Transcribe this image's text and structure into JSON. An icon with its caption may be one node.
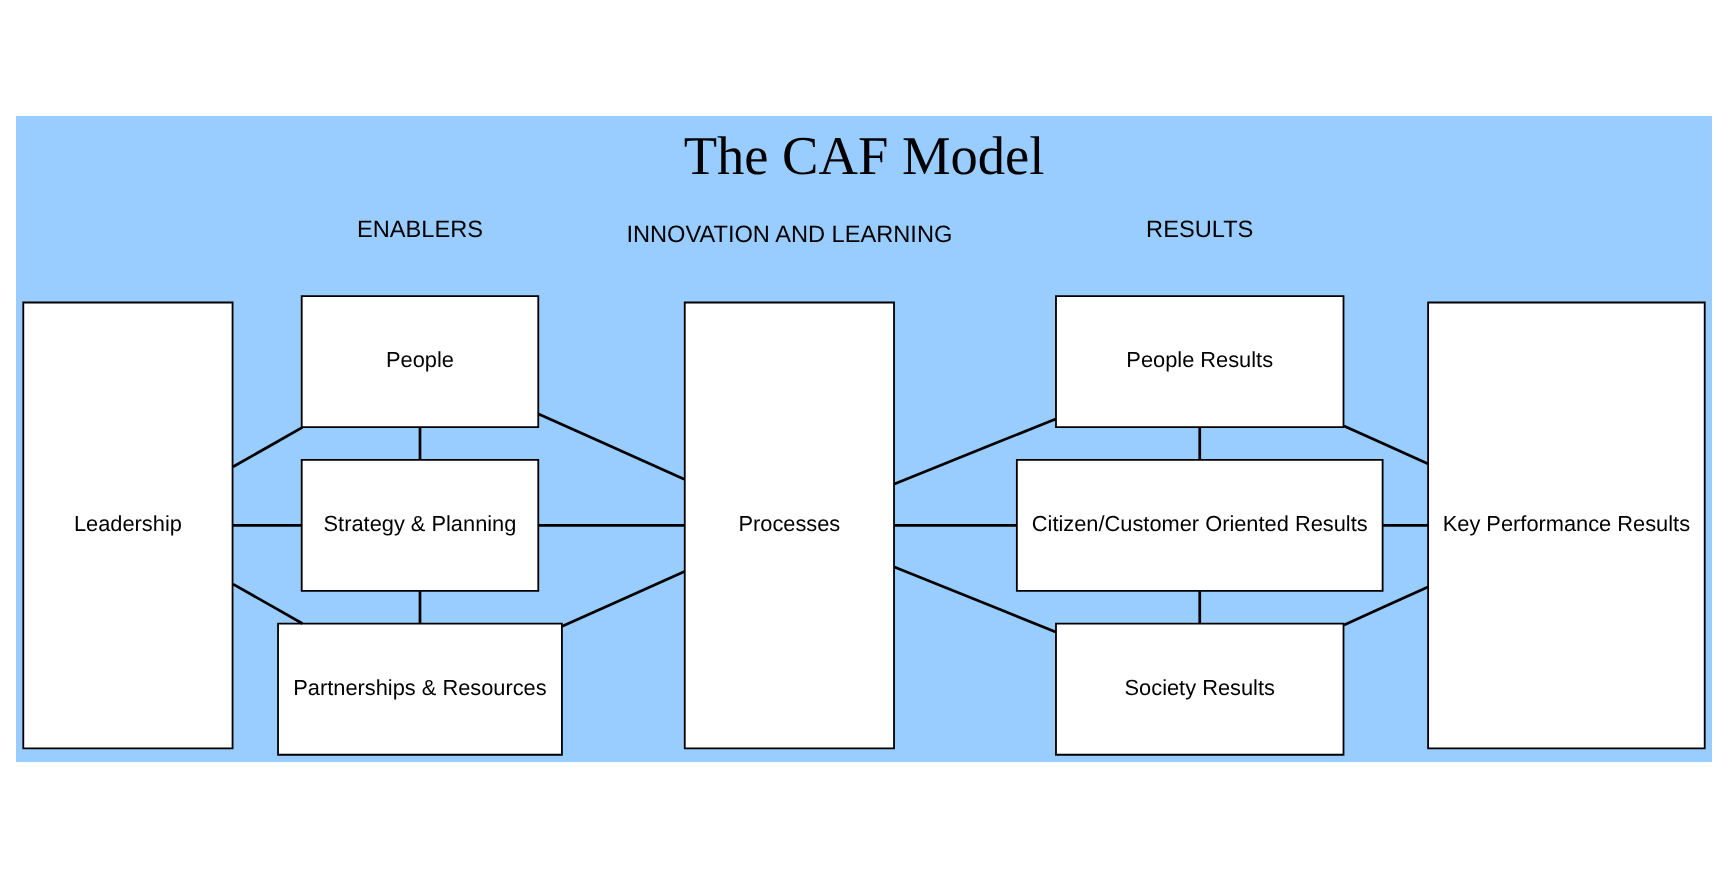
{
  "diagram": {
    "title": "The CAF Model",
    "nodes": [
      {
        "text": [
          "Leadership"
        ]
      },
      {
        "text": [
          "People"
        ]
      },
      {
        "text": [
          "Strategy & Planning"
        ]
      },
      {
        "text": [
          "Partnerships & Resources"
        ]
      },
      {
        "text": [
          "Processes"
        ]
      },
      {
        "text": [
          "People Results"
        ]
      },
      {
        "text": [
          "Citizen/Customer Oriented Results"
        ]
      },
      {
        "text": [
          "Society Results"
        ]
      },
      {
        "text": [
          "Key Performance Results"
        ]
      }
    ],
    "edges": [
      {
        "from": 0,
        "to": 1,
        "arrow": "none"
      },
      {
        "from": 0,
        "to": 2,
        "arrow": "none"
      },
      {
        "from": 0,
        "to": 3,
        "arrow": "none"
      },
      {
        "from": 1,
        "to": 2,
        "arrow": "none"
      },
      {
        "from": 2,
        "to": 3,
        "arrow": "none"
      },
      {
        "from": 1,
        "to": 4,
        "arrow": "none"
      },
      {
        "from": 2,
        "to": 4,
        "arrow": "none"
      },
      {
        "from": 3,
        "to": 4,
        "arrow": "none"
      },
      {
        "from": 4,
        "to": 5,
        "arrow": "none"
      },
      {
        "from": 4,
        "to": 6,
        "arrow": "none"
      },
      {
        "from": 4,
        "to": 7,
        "arrow": "none"
      },
      {
        "from": 5,
        "to": 6,
        "arrow": "none"
      },
      {
        "from": 6,
        "to": 7,
        "arrow": "none"
      },
      {
        "from": 5,
        "to": 8,
        "arrow": "none"
      },
      {
        "from": 6,
        "to": 8,
        "arrow": "none"
      },
      {
        "from": 7,
        "to": 8,
        "arrow": "none"
      }
    ],
    "labels": [
      "ENABLERS",
      "RESULTS",
      "INNOVATION AND LEARNING"
    ]
  }
}
